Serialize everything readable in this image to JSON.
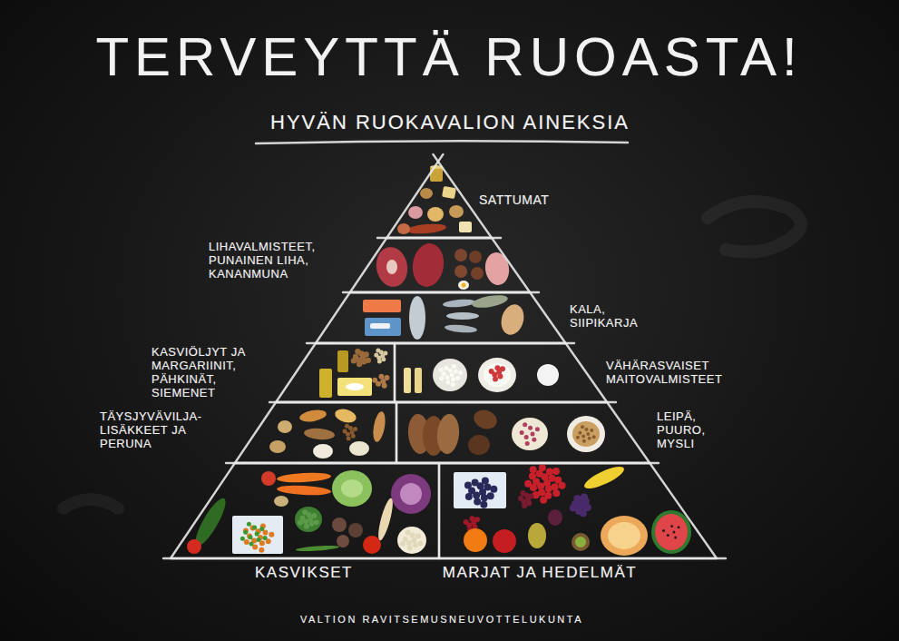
{
  "diagram": {
    "title": "TERVEYTTÄ RUOASTA!",
    "nodes": [
      {
        "text": [
          "SATTUMAT"
        ]
      },
      {
        "text": [
          "LIHAVALMISTEET, PUNAINEN LIHA, KANANMUNA"
        ]
      },
      {
        "text": [
          "KALA, SIIPIKARJA"
        ]
      },
      {
        "text": [
          "KASVIÖLJYT JA MARGARIINIT, PÄHKINÄT, SIEMENET"
        ]
      },
      {
        "text": [
          "VÄHÄRASVAISET MAITOVALMISTEET"
        ]
      },
      {
        "text": [
          "TÄYSJYVÄVILJA- LISÄKKEET JA PERUNA"
        ]
      },
      {
        "text": [
          "LEIPÄ, PUURO, MYSLI"
        ]
      },
      {
        "text": [
          "KASVIKSET"
        ]
      },
      {
        "text": [
          "MARJAT JA HEDELMÄT"
        ]
      }
    ],
    "edges": [],
    "labels": [
      "HYVÄN RUOKAVALION AINEKSIA",
      "VALTION RAVITSEMUSNEUVOTTELUKUNTA"
    ]
  }
}
